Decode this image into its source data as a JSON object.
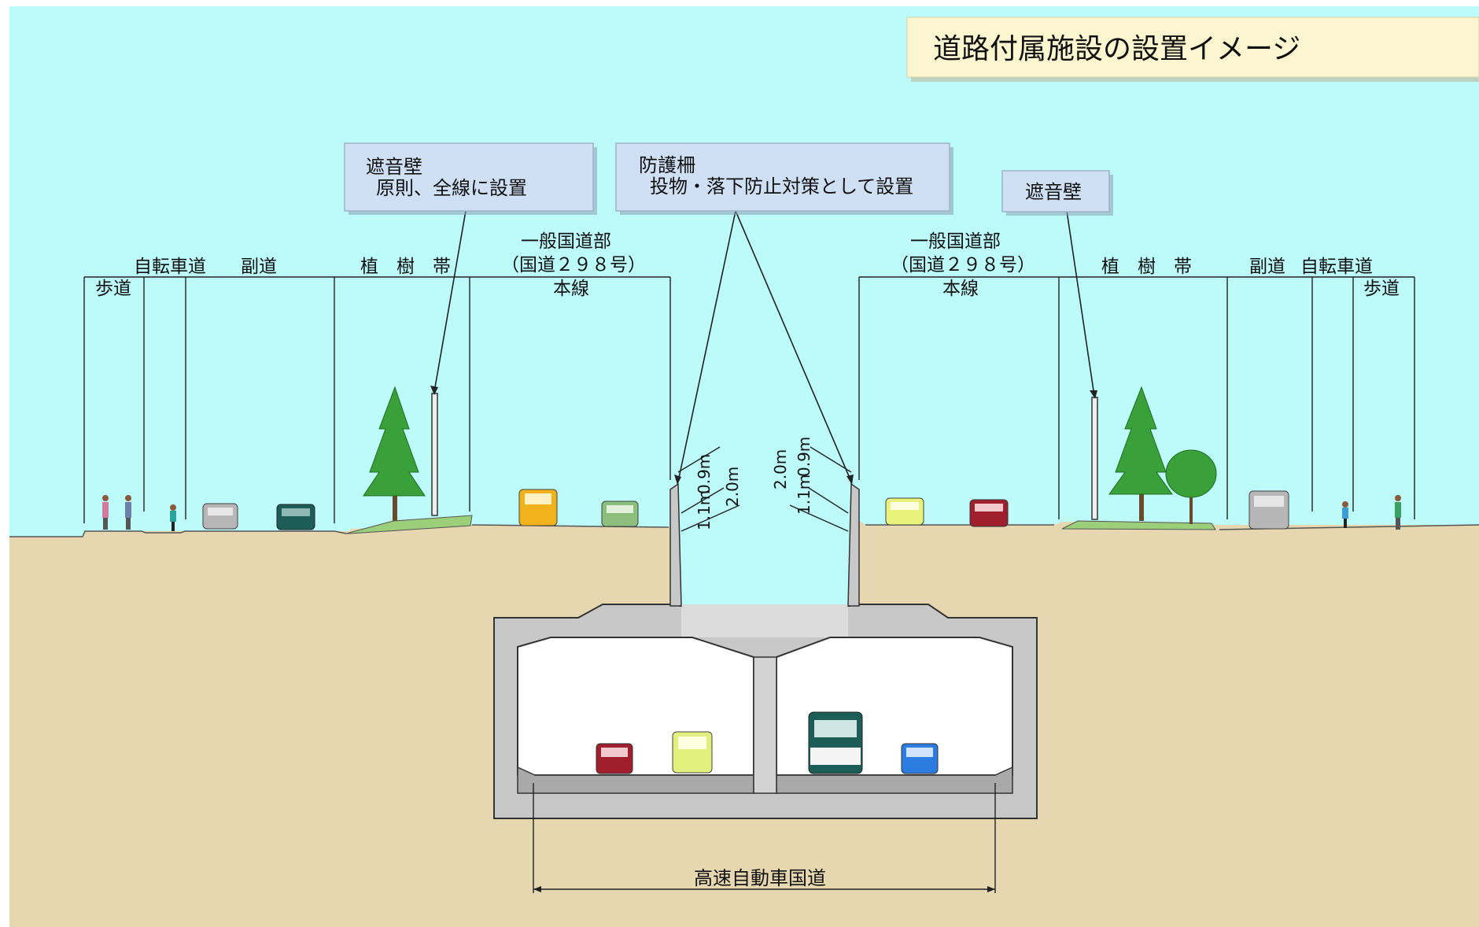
{
  "title": "道路付属施設の設置イメージ",
  "callouts": {
    "noise_left_title": "遮音壁",
    "noise_left_note": "原則、全線に設置",
    "fence_title": "防護柵",
    "fence_note": "投物・落下防止対策として設置",
    "noise_right_title": "遮音壁"
  },
  "left_labels": {
    "sidewalk": "歩道",
    "bikeway": "自転車道",
    "frontage": "副道",
    "planting": "植　樹　帯",
    "general_a": "一般国道部",
    "general_b": "（国道２９８号）",
    "main": "本線"
  },
  "right_labels": {
    "general_a": "一般国道部",
    "general_b": "（国道２９８号）",
    "main": "本線",
    "planting": "植　樹　帯",
    "frontage": "副道",
    "bikeway": "自転車道",
    "sidewalk": "歩道"
  },
  "fence_dims": {
    "left_a": "1.1m",
    "left_b": "0.9m",
    "left_c": "2.0m",
    "right_a": "2.0m",
    "right_b": "1.1m",
    "right_c": "0.9m"
  },
  "expressway_label": "高速自動車国道",
  "colors": {
    "sky": "#bdfbfb",
    "ground": "#e6d7b0",
    "concrete": "#c8c8c8",
    "concrete_dark": "#8c8c8c",
    "title_bg": "#fbf6cf",
    "callout_bg": "#cfe0f5",
    "tree": "#3aa13a"
  }
}
